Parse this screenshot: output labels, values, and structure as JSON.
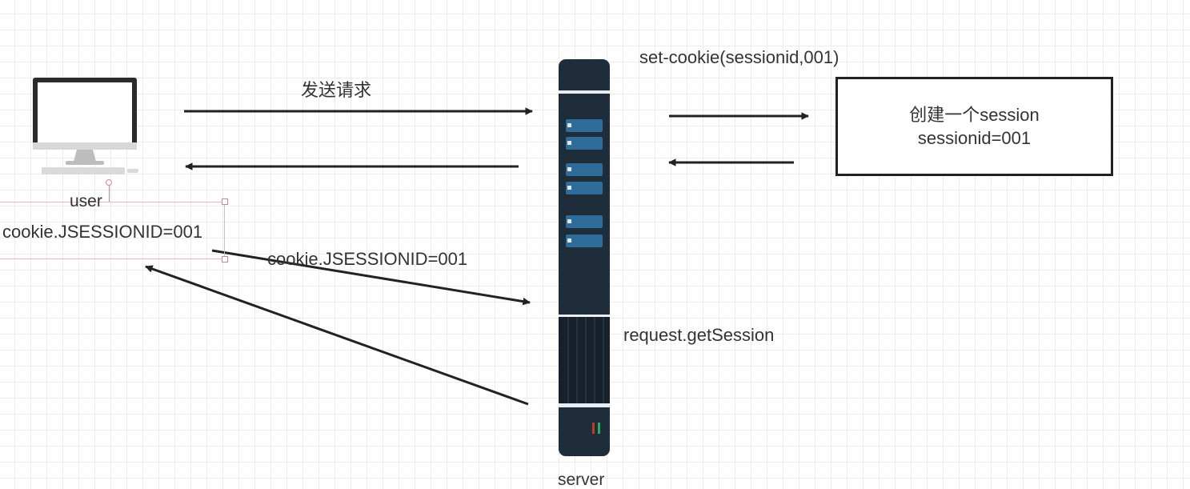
{
  "labels": {
    "send_request": "发送请求",
    "set_cookie": "set-cookie(sessionid,001)",
    "cookie_request": "cookie.JSESSIONID=001",
    "get_session": "request.getSession",
    "user_label": "user",
    "user_cookie": "cookie.JSESSIONID=001",
    "server_label": "server"
  },
  "session_box": {
    "line1": "创建一个session",
    "line2": "sessionid=001"
  },
  "colors": {
    "arrow": "#222222",
    "server_body": "#1f2d3a",
    "server_slot": "#2e6c9a",
    "selection_handle": "#c98a8a"
  },
  "icons": {
    "user": "desktop-computer-icon",
    "server": "server-rack-icon"
  }
}
